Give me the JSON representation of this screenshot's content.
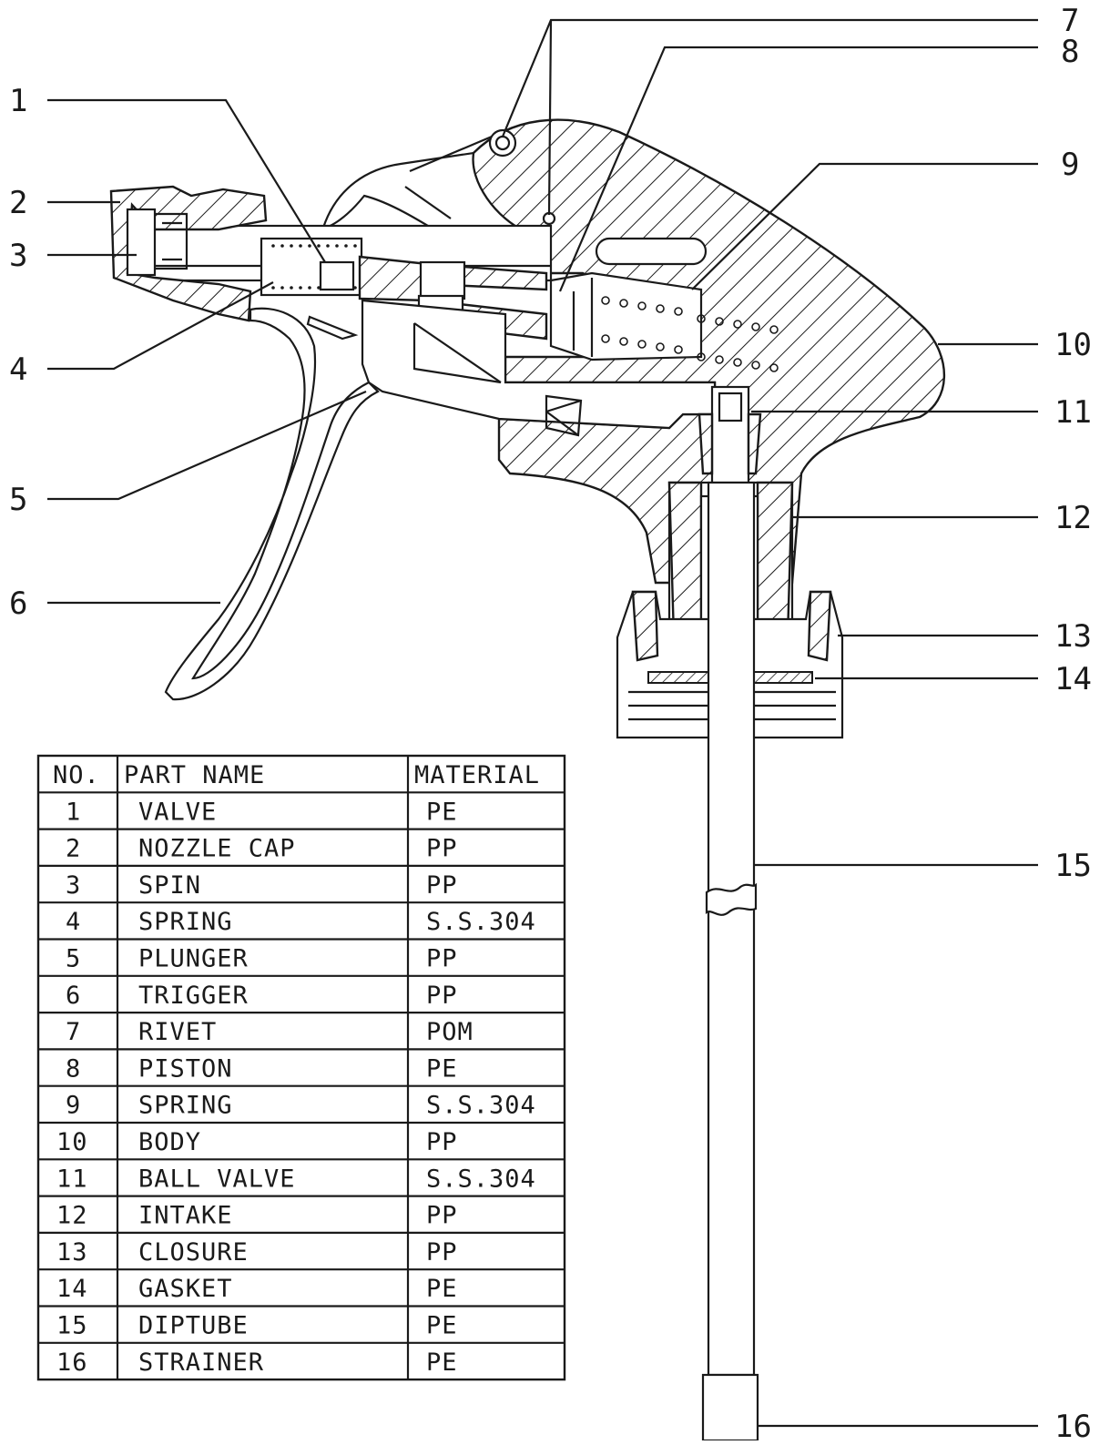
{
  "diagram": {
    "callouts": [
      "1",
      "2",
      "3",
      "4",
      "5",
      "6",
      "7",
      "8",
      "9",
      "10",
      "11",
      "12",
      "13",
      "14",
      "15",
      "16"
    ]
  },
  "parts_table": {
    "headers": [
      "NO.",
      "PART NAME",
      "MATERIAL"
    ],
    "rows": [
      [
        "1",
        "VALVE",
        "PE"
      ],
      [
        "2",
        "NOZZLE CAP",
        "PP"
      ],
      [
        "3",
        "SPIN",
        "PP"
      ],
      [
        "4",
        "SPRING",
        "S.S.304"
      ],
      [
        "5",
        "PLUNGER",
        "PP"
      ],
      [
        "6",
        "TRIGGER",
        "PP"
      ],
      [
        "7",
        "RIVET",
        "POM"
      ],
      [
        "8",
        "PISTON",
        "PE"
      ],
      [
        "9",
        "SPRING",
        "S.S.304"
      ],
      [
        "10",
        "BODY",
        "PP"
      ],
      [
        "11",
        "BALL VALVE",
        "S.S.304"
      ],
      [
        "12",
        "INTAKE",
        "PP"
      ],
      [
        "13",
        "CLOSURE",
        "PP"
      ],
      [
        "14",
        "GASKET",
        "PE"
      ],
      [
        "15",
        "DIPTUBE",
        "PE"
      ],
      [
        "16",
        "STRAINER",
        "PE"
      ]
    ]
  }
}
